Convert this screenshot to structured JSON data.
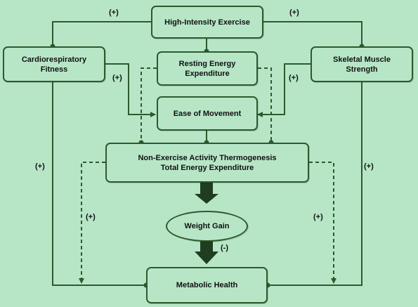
{
  "nodes": {
    "high_intensity_exercise": "High-Intensity Exercise",
    "cardiorespiratory_fitness": "Cardiorespiratory Fitness",
    "resting_energy_expenditure": "Resting Energy Expenditure",
    "skeletal_muscle_strength": "Skeletal Muscle Strength",
    "ease_of_movement": "Ease of Movement",
    "neat_tee_line1": "Non-Exercise Activity Thermogenesis",
    "neat_tee_line2": "Total Energy Expenditure",
    "weight_gain": "Weight Gain",
    "metabolic_health": "Metabolic Health"
  },
  "signs": {
    "hie_to_crf": "(+)",
    "hie_to_sms": "(+)",
    "crf_to_ease": "(+)",
    "sms_to_ease": "(+)",
    "crf_to_metabolic": "(+)",
    "sms_to_metabolic": "(+)",
    "neat_left_dashed": "(+)",
    "neat_right_dashed": "(+)",
    "weight_gain_to_metabolic": "(-)"
  },
  "colors": {
    "background": "#b7e6c7",
    "line": "#2d5a2d",
    "thick_arrow": "#1f3d1f"
  }
}
